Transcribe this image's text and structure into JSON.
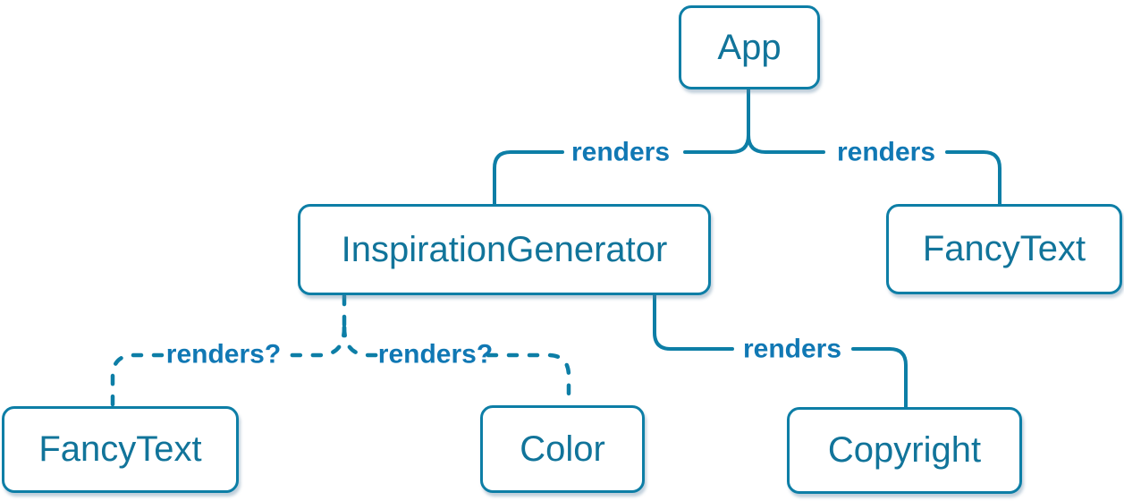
{
  "diagram": {
    "type": "render-tree",
    "colors": {
      "accent": "#0d7ea6",
      "node_text": "#11749a",
      "label_text": "#1078b4",
      "node_fill": "#ffffff",
      "background": "#ffffff"
    },
    "nodes": [
      {
        "id": "app",
        "label": "App"
      },
      {
        "id": "inspiration-generator",
        "label": "InspirationGenerator"
      },
      {
        "id": "fancy-text-top",
        "label": "FancyText"
      },
      {
        "id": "fancy-text-bottom",
        "label": "FancyText"
      },
      {
        "id": "color",
        "label": "Color"
      },
      {
        "id": "copyright",
        "label": "Copyright"
      }
    ],
    "edges": [
      {
        "from": "App",
        "to": "InspirationGenerator",
        "label": "renders",
        "style": "solid"
      },
      {
        "from": "App",
        "to": "FancyText",
        "label": "renders",
        "style": "solid"
      },
      {
        "from": "InspirationGenerator",
        "to": "FancyText",
        "label": "renders?",
        "style": "dashed"
      },
      {
        "from": "InspirationGenerator",
        "to": "Color",
        "label": "renders?",
        "style": "dashed"
      },
      {
        "from": "InspirationGenerator",
        "to": "Copyright",
        "label": "renders",
        "style": "solid"
      }
    ]
  }
}
